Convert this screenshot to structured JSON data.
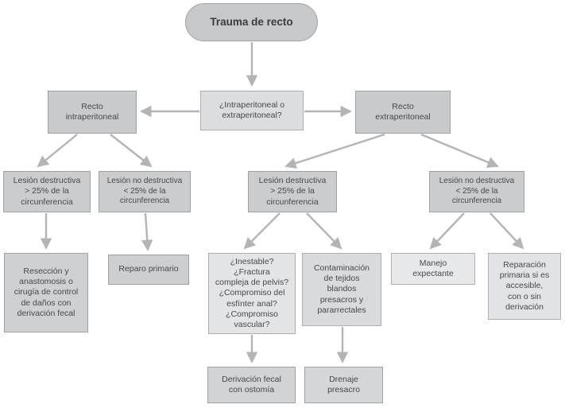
{
  "title": "Trauma de recto",
  "palette": {
    "arrow": "#b2b4b7",
    "box-dark": "#c9cacc",
    "box-question": "#dcdde0",
    "box-light": "#e4e5e7",
    "text": "#47484a"
  },
  "flowchart": {
    "nodes": {
      "trauma": {
        "label": "Trauma de recto",
        "fill": "#c7c8ca"
      },
      "question": {
        "label": "¿Intraperitoneal o\nextraperitoneal?",
        "fill": "#dcdde0"
      },
      "recto_intra": {
        "label": "Recto\nintraperitoneal",
        "fill": "#c9cacc"
      },
      "recto_extra": {
        "label": "Recto\nextraperitoneal",
        "fill": "#c9cacc"
      },
      "lesion_destructiva_intra": {
        "label": "Lesión destructiva\n> 25% de la\ncircunferencia",
        "fill": "#cbccce"
      },
      "lesion_no_destructiva_intra": {
        "label": "Lesión no destructiva\n< 25% de la\ncircunferencia",
        "fill": "#cbccce"
      },
      "lesion_destructiva_extra": {
        "label": "Lesión destructiva\n> 25% de la\ncircunferencia",
        "fill": "#cbccce"
      },
      "lesion_no_destructiva_extra": {
        "label": "Lesión no destructiva\n< 25% de la\ncircunferencia",
        "fill": "#cbccce"
      },
      "reseccion": {
        "label": "Resección y\nanastomosis o\ncirugía de control\nde daños con\nderivación fecal",
        "fill": "#cfd0d2"
      },
      "reparo": {
        "label": "Reparo primario",
        "fill": "#cdced0"
      },
      "inestable": {
        "label": "¿Inestable?\n¿Fractura\ncompleja de pelvis?\n¿Compromiso del\nesfínter anal?\n¿Compromiso\nvascular?",
        "fill": "#e3e4e6"
      },
      "contaminacion": {
        "label": "Contaminación\nde tejidos\nblandos\npresacros y\npararrectales",
        "fill": "#d9dadc"
      },
      "manejo": {
        "label": "Manejo\nexpectante",
        "fill": "#e7e8ea"
      },
      "reparacion": {
        "label": "Reparación\nprimaria si es\naccesible,\ncon o sin\nderivación",
        "fill": "#e2e3e5"
      },
      "derivacion": {
        "label": "Derivación fecal\ncon ostomía",
        "fill": "#d2d3d5"
      },
      "drenaje": {
        "label": "Drenaje\npresacro",
        "fill": "#d5d6d8"
      }
    }
  }
}
